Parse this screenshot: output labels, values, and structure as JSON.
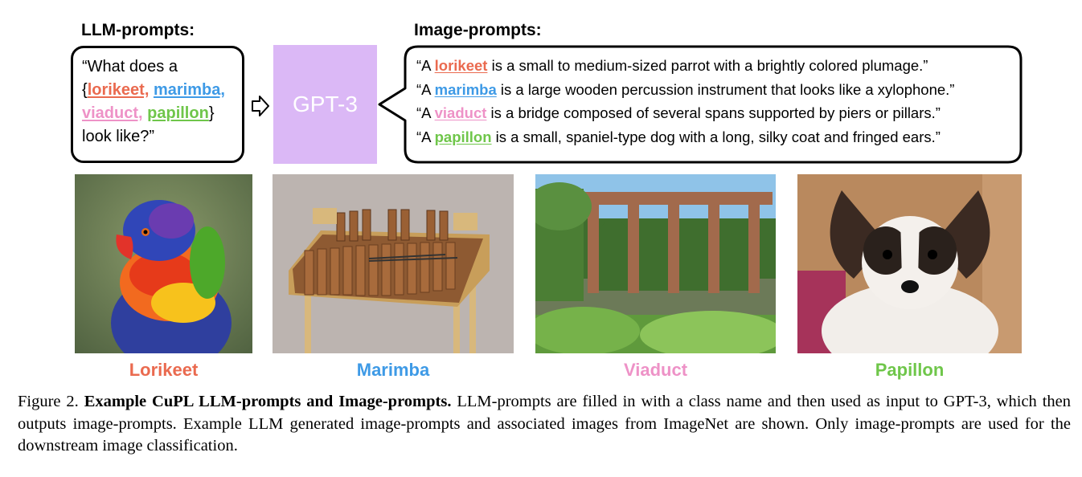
{
  "headings": {
    "llm": "LLM-prompts:",
    "image": "Image-prompts:"
  },
  "llm_prompt": {
    "line1": "“What does a",
    "open_brace": "{",
    "lorikeet": "lorikeet,",
    "marimba": "marimba,",
    "viaduct": "viaduct,",
    "papillon": "papillon",
    "close_brace": "}",
    "line4": "look like?”"
  },
  "gpt_label": "GPT-3",
  "image_prompts": [
    {
      "prefix": "“A ",
      "cls": "lorikeet",
      "suffix": " is a small to medium-sized parrot with a brightly colored plumage.”"
    },
    {
      "prefix": "“A ",
      "cls": "marimba",
      "suffix": " is a large wooden percussion instrument that looks like a xylophone.”"
    },
    {
      "prefix": "“A ",
      "cls": "viaduct",
      "suffix": " is a bridge composed of several spans supported by piers or pillars.”"
    },
    {
      "prefix": "“A ",
      "cls": "papillon",
      "suffix": " is a small, spaniel-type dog with a long, silky coat and fringed ears.”"
    }
  ],
  "image_labels": {
    "lorikeet": "Lorikeet",
    "marimba": "Marimba",
    "viaduct": "Viaduct",
    "papillon": "Papillon"
  },
  "colors": {
    "lorikeet": "#ea6a4f",
    "marimba": "#3e9ae6",
    "viaduct": "#ee92c7",
    "papillon": "#6fc64a",
    "gpt_box": "#dbb8f6"
  },
  "caption": {
    "figure_label": "Figure 2.",
    "title": "Example CuPL LLM-prompts and Image-prompts.",
    "body": "LLM-prompts are filled in with a class name and then used as input to GPT-3, which then outputs image-prompts. Example LLM generated image-prompts and associated images from ImageNet are shown. Only image-prompts are used for the downstream image classification."
  }
}
